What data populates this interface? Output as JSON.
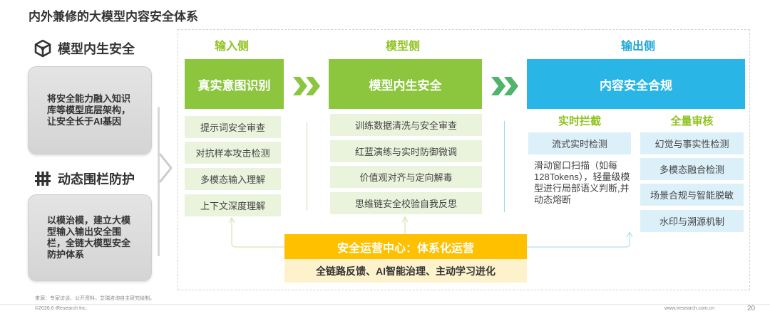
{
  "title": "内外兼修的大模型内容安全体系",
  "left_panel": {
    "section1": {
      "icon": "cube-icon",
      "heading": "模型内生安全",
      "text": "将安全能力融入知识库等模型底层架构，让安全长于AI基因"
    },
    "section2": {
      "icon": "fence-icon",
      "heading": "动态围栏防护",
      "text": "以模治模，建立大模型输入输出安全围栏，全链大模型安全防护体系"
    }
  },
  "columns": {
    "input": {
      "title": "输入侧",
      "header": "真实意图识别",
      "items": [
        "提示词安全审查",
        "对抗样本攻击检测",
        "多模态输入理解",
        "上下文深度理解"
      ]
    },
    "model": {
      "title": "模型侧",
      "header": "模型内生安全",
      "items": [
        "训练数据清洗与安全审查",
        "红蓝演练与实时防御微调",
        "价值观对齐与定向解毒",
        "思维链安全校验自我反思"
      ]
    },
    "output": {
      "title": "输出侧",
      "header": "内容安全合规",
      "realtime": {
        "title": "实时拦截",
        "item": "流式实时检测",
        "desc": "滑动窗口扫描（如每128Tokens），轻量级模型进行局部语义判断,并动态熔断"
      },
      "full_audit": {
        "title": "全量审核",
        "items": [
          "幻觉与事实性检测",
          "多模态融合检测",
          "场景合规与智能脱敏",
          "水印与溯源机制"
        ]
      }
    }
  },
  "operations": {
    "title": "安全运营中心：体系化运营",
    "subtitle": "全链路反馈、AI智能治理、主动学习进化"
  },
  "footer": {
    "source": "来源：专家访谈、公开资料，艾瑞咨询自主研究绘制。",
    "copyright": "©2026.6 iResearch Inc.",
    "website": "www.iresearch.com.cn",
    "page": "20"
  },
  "colors": {
    "green": "#8cc63f",
    "blue": "#29b6e6",
    "yellow": "#ffc000",
    "light_green": "#eaf3dc",
    "light_blue": "#dcf0fa"
  }
}
